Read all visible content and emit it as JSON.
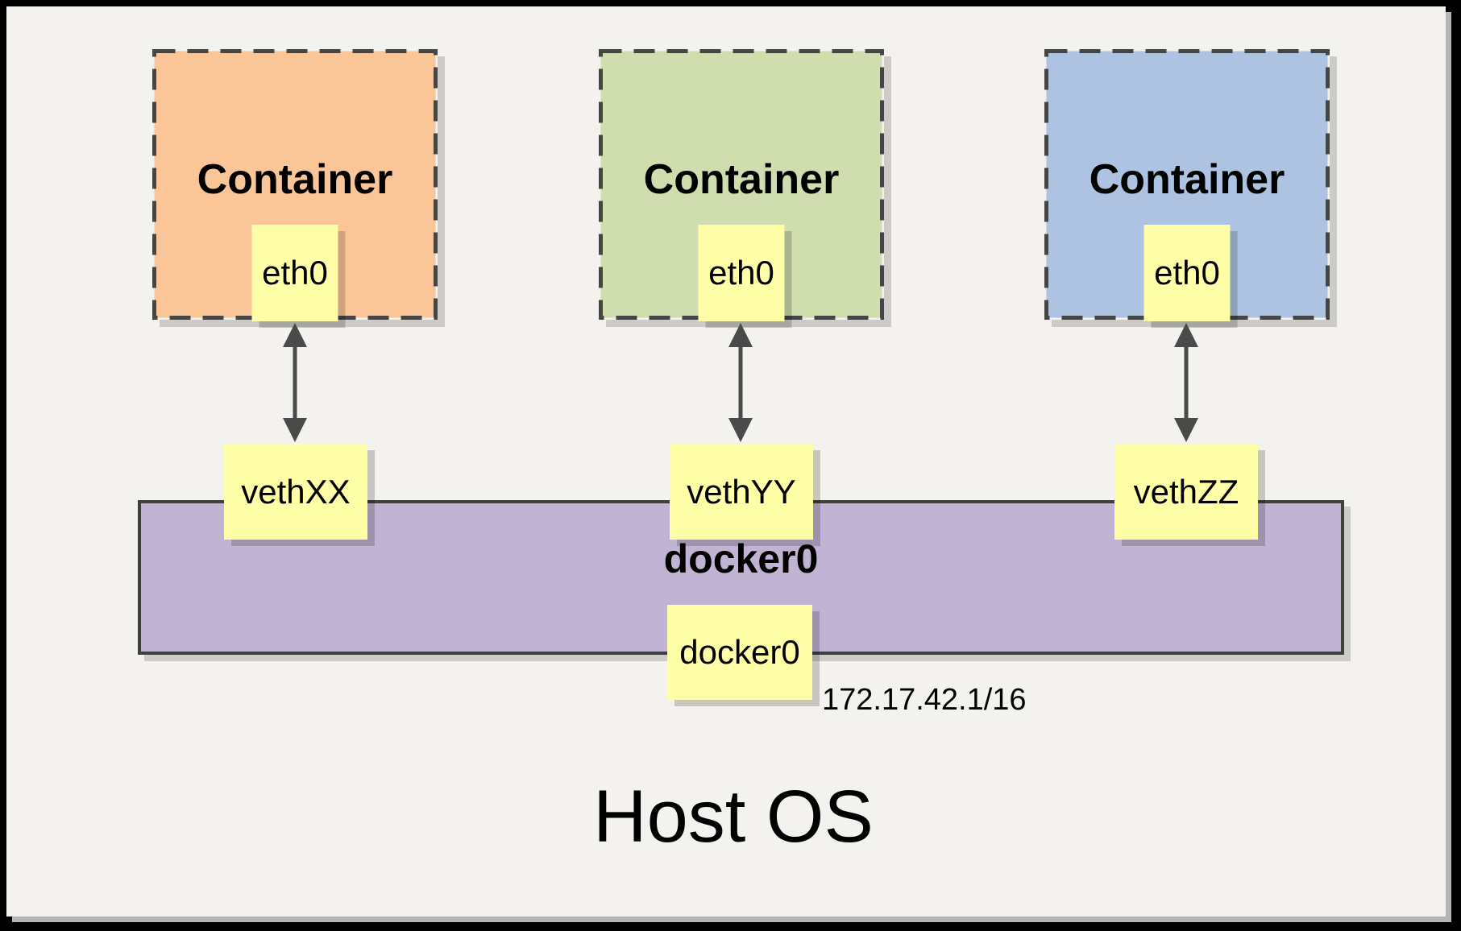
{
  "colors": {
    "background": "#f4f2ee",
    "frame": "#000000",
    "panel_shadow": "#b5b5b5",
    "note_yellow": "#feffa6",
    "bridge_purple": "#c1b3d4",
    "dash_border": "#454545",
    "bar_border": "#3f3f3f",
    "arrow": "#4a4a4a"
  },
  "containers": [
    {
      "label": "Container",
      "interface": "eth0",
      "veth": "vethXX",
      "fill": "#fac698"
    },
    {
      "label": "Container",
      "interface": "eth0",
      "veth": "vethYY",
      "fill": "#d0ddae"
    },
    {
      "label": "Container",
      "interface": "eth0",
      "veth": "vethZZ",
      "fill": "#aec3e1"
    }
  ],
  "bridge": {
    "label": "docker0",
    "interface_label": "docker0",
    "ip": "172.17.42.1/16"
  },
  "host": {
    "label": "Host OS"
  }
}
